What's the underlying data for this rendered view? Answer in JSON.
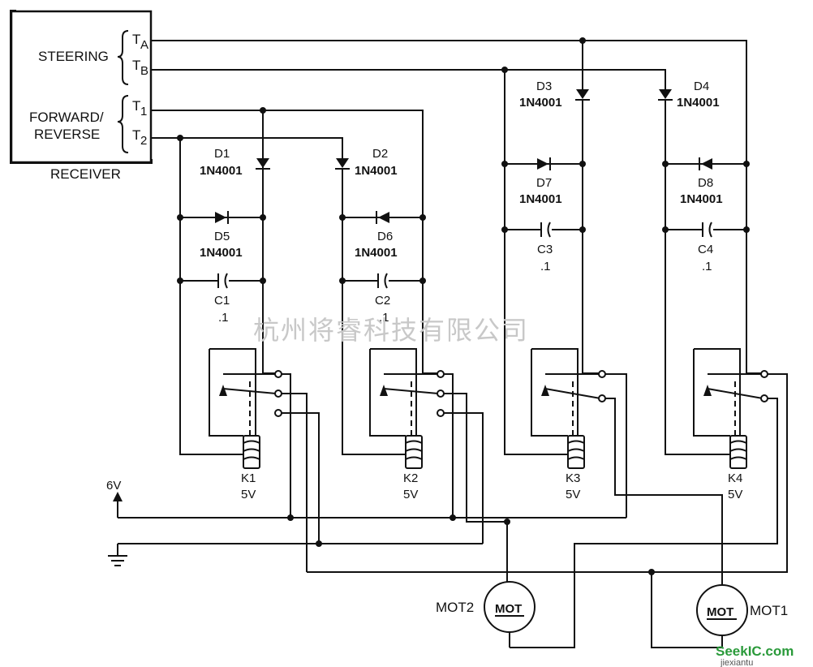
{
  "receiver": {
    "label": "RECEIVER",
    "steering_label": "STEERING",
    "forward_reverse_line1": "FORWARD/",
    "forward_reverse_line2": "REVERSE",
    "terminals": {
      "ta": {
        "letter": "T",
        "sub": "A"
      },
      "tb": {
        "letter": "T",
        "sub": "B"
      },
      "t1": {
        "letter": "T",
        "sub": "1"
      },
      "t2": {
        "letter": "T",
        "sub": "2"
      }
    }
  },
  "diodes": [
    {
      "ref": "D1",
      "part": "1N4001"
    },
    {
      "ref": "D2",
      "part": "1N4001"
    },
    {
      "ref": "D3",
      "part": "1N4001"
    },
    {
      "ref": "D4",
      "part": "1N4001"
    },
    {
      "ref": "D5",
      "part": "1N4001"
    },
    {
      "ref": "D6",
      "part": "1N4001"
    },
    {
      "ref": "D7",
      "part": "1N4001"
    },
    {
      "ref": "D8",
      "part": "1N4001"
    }
  ],
  "capacitors": [
    {
      "ref": "C1",
      "value": ".1"
    },
    {
      "ref": "C2",
      "value": ".1"
    },
    {
      "ref": "C3",
      "value": ".1"
    },
    {
      "ref": "C4",
      "value": ".1"
    }
  ],
  "relays": [
    {
      "ref": "K1",
      "voltage": "5V"
    },
    {
      "ref": "K2",
      "voltage": "5V"
    },
    {
      "ref": "K3",
      "voltage": "5V"
    },
    {
      "ref": "K4",
      "voltage": "5V"
    }
  ],
  "supply": {
    "label": "6V"
  },
  "motors": [
    {
      "ref": "MOT2",
      "body": "MOT"
    },
    {
      "ref": "MOT1",
      "body": "MOT"
    }
  ],
  "watermark": "杭州将睿科技有限公司",
  "footer": {
    "logo": "SeekIC.com",
    "url": "jiexiantu"
  }
}
